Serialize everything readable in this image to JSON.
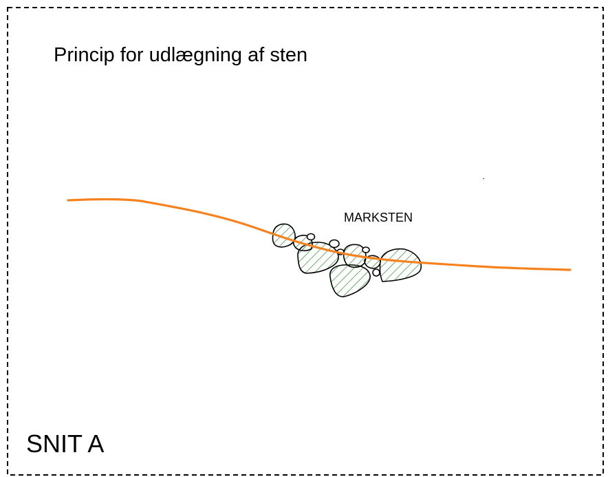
{
  "title": "Princip for udlægning af sten",
  "section_label": "SNIT A",
  "stone_label": "MARKSTEN",
  "colors": {
    "terrain_line": "#F5821F",
    "hatch": "#2E8B2E",
    "outline": "#000000",
    "border": "#000000"
  },
  "icons": {
    "stone": "hatched-stone-shape"
  }
}
